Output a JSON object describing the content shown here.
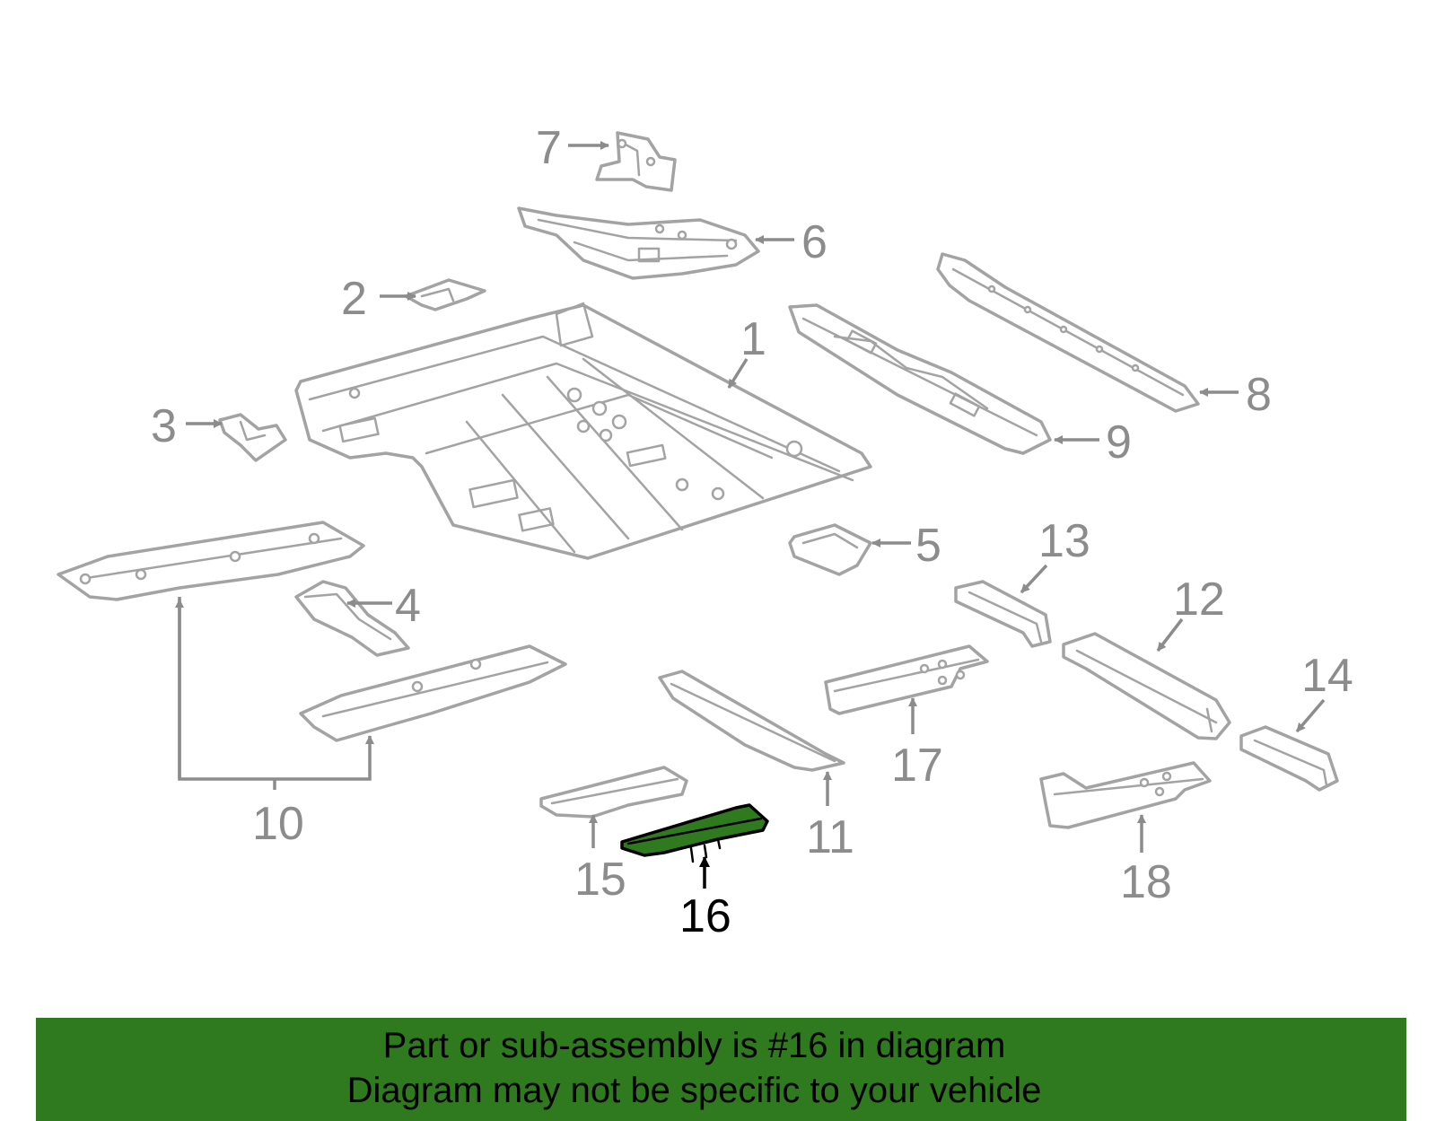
{
  "diagram": {
    "callouts": [
      "1",
      "2",
      "3",
      "4",
      "5",
      "6",
      "7",
      "8",
      "9",
      "10",
      "11",
      "12",
      "13",
      "14",
      "15",
      "16",
      "17",
      "18"
    ],
    "highlighted_part": "16",
    "highlight_color": "#2f7a1f",
    "line_color": "#a3a3a3"
  },
  "banner": {
    "line1": "Part or sub-assembly is #16 in diagram",
    "line2": "Diagram may not be specific to your vehicle",
    "color": "#2f7a1f"
  }
}
